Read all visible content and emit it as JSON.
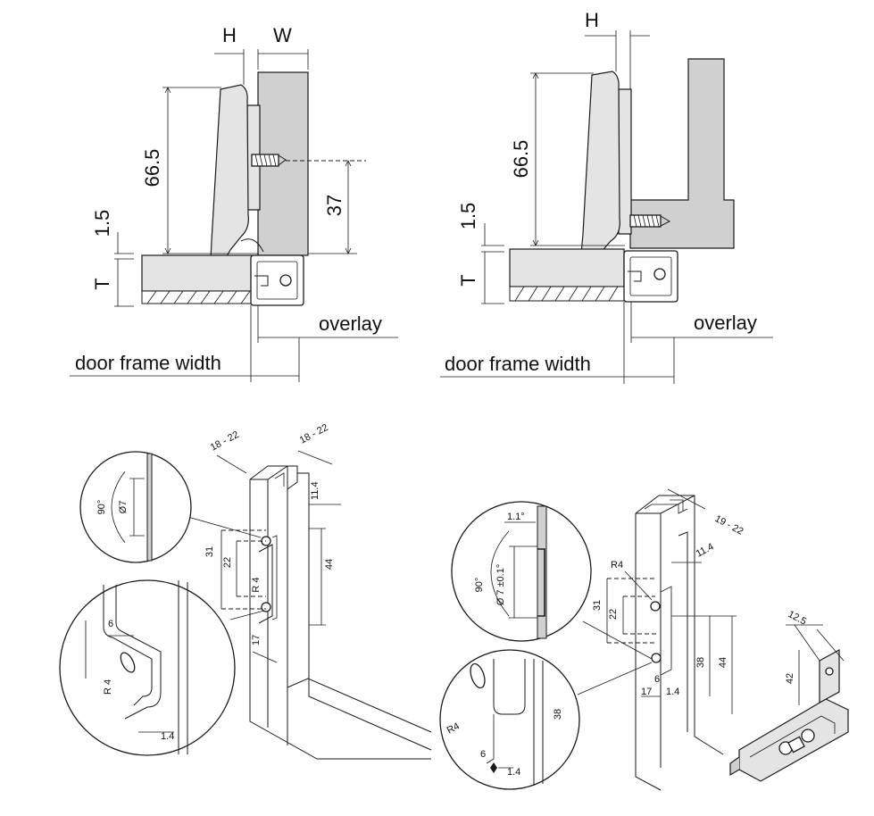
{
  "diagram_top_left": {
    "label_H": "H",
    "label_W": "W",
    "dim_height": "66.5",
    "dim_screw": "37",
    "dim_gap": "1.5",
    "label_T": "T",
    "label_overlay": "overlay",
    "label_frame_width": "door frame width"
  },
  "diagram_top_right": {
    "label_H": "H",
    "dim_height": "66.5",
    "dim_gap": "1.5",
    "label_T": "T",
    "label_overlay": "overlay",
    "label_frame_width": "door frame width"
  },
  "diagram_bottom_left": {
    "dim_profile_a": "18 - 22",
    "dim_profile_b": "18 - 22",
    "dim_offset": "11.4",
    "dim_31": "31",
    "dim_22": "22",
    "dim_44": "44",
    "dim_r4": "R 4",
    "dim_17": "17",
    "detail_angle": "90°",
    "detail_dia": "Ø7",
    "detail_6": "6",
    "detail_r4": "R 4",
    "detail_14": "1.4"
  },
  "diagram_bottom_right": {
    "dim_profile": "19 - 22",
    "dim_offset": "11.4",
    "dim_r4": "R4",
    "dim_31": "31",
    "dim_22": "22",
    "dim_38": "38",
    "dim_44": "44",
    "dim_6": "6",
    "dim_17": "17",
    "dim_14": "1.4",
    "dim_125": "12.5",
    "dim_42": "42",
    "detail_11": "1.1°",
    "detail_angle": "90°",
    "detail_dia": "Ø 7 ±0.1°",
    "detail2_r4": "R4",
    "detail2_38": "38",
    "detail2_6": "6",
    "detail2_14": "1.4"
  }
}
